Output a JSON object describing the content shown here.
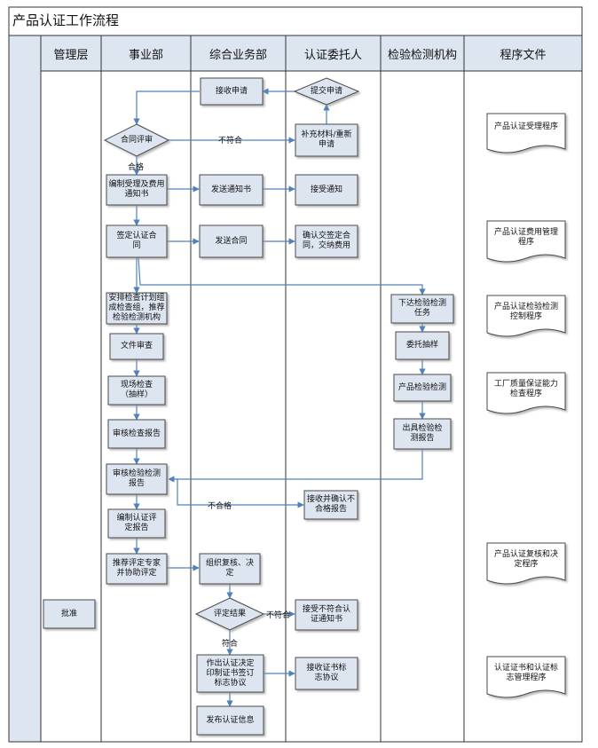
{
  "title": "产品认证工作流程",
  "lanes": [
    "管理层",
    "事业部",
    "综合业务部",
    "认证委托人",
    "检验检测机构",
    "程序文件"
  ],
  "nodes": {
    "submit": "提交申请",
    "receive": "接收申请",
    "contract_review": "合同评审",
    "supplement": "补充材料/重新申请",
    "compile_notice": "编制受理及费用通知书",
    "send_notice": "发送通知书",
    "accept_notice": "接受通知",
    "sign_contract": "签定认证合同",
    "send_contract": "发送合同",
    "confirm_pay": "确认交签定合同，交纳费用",
    "arrange": "安排检查计划组成检查组，推荐检验检测机构",
    "issue_task": "下达检验检测任务",
    "doc_review": "文件审查",
    "sampling": "委托抽样",
    "site_inspect": "现场检查（抽样）",
    "product_test": "产品检验检测",
    "review_inspect": "审核检查报告",
    "issue_report": "出具检验检测报告",
    "review_test": "审核检验检测报告",
    "receive_fail": "接收并确认不合格报告",
    "compile_eval": "编制认证评定报告",
    "recommend": "推荐评定专家并协助评定",
    "organize": "组织复核、决定",
    "approve": "批准",
    "eval_result": "评定结果",
    "accept_fail": "接受不符合认证通知书",
    "make_decision": "作出认证决定印制证书签订标志协议",
    "receive_cert": "接收证书标志协议",
    "publish": "发布认证信息"
  },
  "edge_labels": {
    "nonconform1": "不符合",
    "pass1": "合格",
    "fail": "不合格",
    "nonconform2": "不符合",
    "conform": "符合"
  },
  "documents": [
    "产品认证受理程序",
    "产品认证费用管理程序",
    "产品认证检验检测控制程序",
    "工厂质量保证能力检查程序",
    "产品认证复核和决定程序",
    "认证证书和认证标志管理程序"
  ],
  "colors": {
    "box_fill": "#dde5f1",
    "box_stroke": "#4a4a4a",
    "arrow": "#4f81bd",
    "lane_fill": "#dde5f1",
    "line": "#333333"
  }
}
